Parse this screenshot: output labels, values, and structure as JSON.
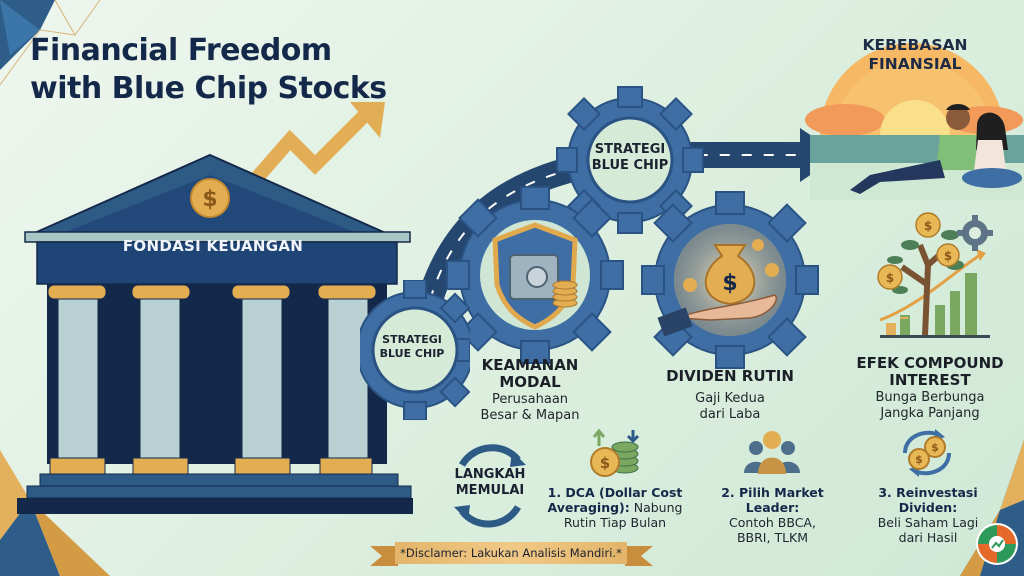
{
  "header": {
    "title_line1": "Financial Freedom",
    "title_line2": "with Blue Chip Stocks"
  },
  "foundation": {
    "label": "FONDASI KEUANGAN",
    "icon": "bank-building-icon",
    "coin_symbol": "$"
  },
  "goal": {
    "line1": "KEBEBASAN",
    "line2": "FINANSIAL",
    "icon": "sunset-couple-illustration"
  },
  "gears": {
    "top": {
      "line1": "STRATEGI",
      "line2": "BLUE CHIP"
    },
    "left": {
      "line1": "STRATEGI",
      "line2": "BLUE CHIP"
    }
  },
  "pillars": [
    {
      "title_line1": "KEAMANAN",
      "title_line2": "MODAL",
      "sub_line1": "Perusahaan",
      "sub_line2": "Besar & Mapan",
      "icon": "shield-safe-icon"
    },
    {
      "title_line1": "DIVIDEN RUTIN",
      "title_line2": "",
      "sub_line1": "Gaji Kedua",
      "sub_line2": "dari Laba",
      "icon": "money-bag-hand-icon"
    },
    {
      "title_line1": "EFEK COMPOUND",
      "title_line2": "INTEREST",
      "sub_line1": "Bunga Berbunga",
      "sub_line2": "Jangka Panjang",
      "icon": "money-tree-chart-icon"
    }
  ],
  "steps_header": {
    "line1": "LANGKAH",
    "line2": "MEMULAI"
  },
  "steps": [
    {
      "title": "1. DCA (Dollar Cost",
      "title2": "Averaging):",
      "body_inline": " Nabung",
      "body2": "Rutin Tiap Bulan",
      "icon": "coin-stack-arrows-icon"
    },
    {
      "title": "2. Pilih Market Leader:",
      "body1": "Contoh BBCA,",
      "body2": "BBRI, TLKM",
      "icon": "people-group-icon"
    },
    {
      "title": "3. Reinvestasi Dividen:",
      "body1": "Beli Saham Lagi",
      "body2": "dari Hasil",
      "icon": "coins-cycle-icon"
    }
  ],
  "disclaimer": "*Disclamer: Lakukan Analisis Mandiri.*",
  "colors": {
    "navy": "#14294a",
    "gear_blue": "#3e6ea3",
    "gold": "#e6b45c",
    "background": "#dcefdf",
    "sun_orange": "#f3a65a"
  }
}
